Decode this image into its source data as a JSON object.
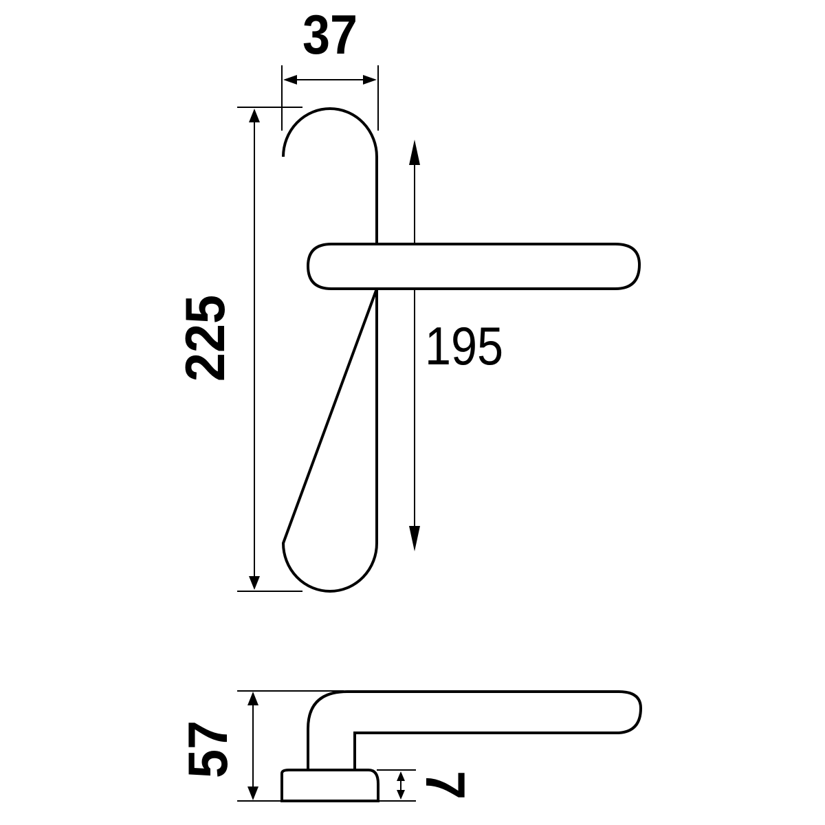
{
  "colors": {
    "line": "#000000",
    "background": "#ffffff"
  },
  "dimensions": {
    "plate_width": "37",
    "plate_height": "225",
    "lever_offset": "195",
    "total_depth": "57",
    "rose_thickness": "7"
  }
}
